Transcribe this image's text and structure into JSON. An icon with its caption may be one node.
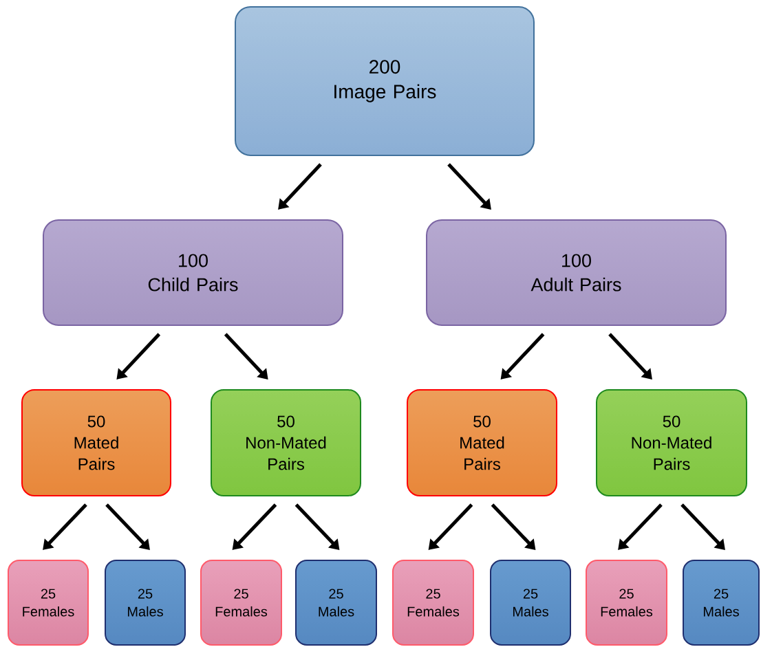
{
  "diagram": {
    "nodes": [
      {
        "text": [
          "200",
          "Image Pairs"
        ]
      },
      {
        "text": [
          "100",
          "Child Pairs"
        ]
      },
      {
        "text": [
          "100",
          "Adult Pairs"
        ]
      },
      {
        "text": [
          "50",
          "Mated Pairs"
        ]
      },
      {
        "text": [
          "50",
          "Non-Mated Pairs"
        ]
      },
      {
        "text": [
          "50",
          "Mated Pairs"
        ]
      },
      {
        "text": [
          "50",
          "Non-Mated Pairs"
        ]
      },
      {
        "text": [
          "25",
          "Females"
        ]
      },
      {
        "text": [
          "25",
          "Males"
        ]
      },
      {
        "text": [
          "25",
          "Females"
        ]
      },
      {
        "text": [
          "25",
          "Males"
        ]
      },
      {
        "text": [
          "25",
          "Females"
        ]
      },
      {
        "text": [
          "25",
          "Males"
        ]
      },
      {
        "text": [
          "25",
          "Females"
        ]
      },
      {
        "text": [
          "25",
          "Males"
        ]
      }
    ],
    "edges": [
      {
        "from": 0,
        "to": 1,
        "arrow": "to"
      },
      {
        "from": 0,
        "to": 2,
        "arrow": "to"
      },
      {
        "from": 1,
        "to": 3,
        "arrow": "to"
      },
      {
        "from": 1,
        "to": 4,
        "arrow": "to"
      },
      {
        "from": 2,
        "to": 5,
        "arrow": "to"
      },
      {
        "from": 2,
        "to": 6,
        "arrow": "to"
      },
      {
        "from": 3,
        "to": 7,
        "arrow": "to"
      },
      {
        "from": 3,
        "to": 8,
        "arrow": "to"
      },
      {
        "from": 4,
        "to": 9,
        "arrow": "to"
      },
      {
        "from": 4,
        "to": 10,
        "arrow": "to"
      },
      {
        "from": 5,
        "to": 11,
        "arrow": "to"
      },
      {
        "from": 5,
        "to": 12,
        "arrow": "to"
      },
      {
        "from": 6,
        "to": 13,
        "arrow": "to"
      },
      {
        "from": 6,
        "to": 14,
        "arrow": "to"
      }
    ]
  }
}
